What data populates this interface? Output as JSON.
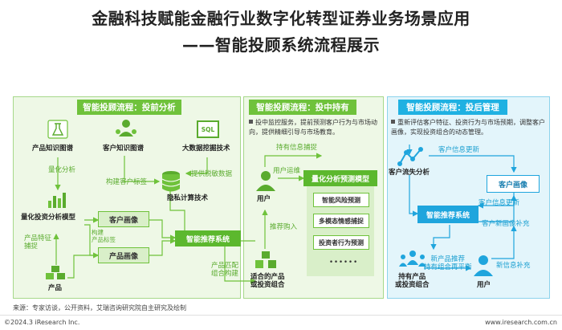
{
  "title_line1": "金融科技赋能金融行业数字化转型证券业务场景应用",
  "title_line2": "——智能投顾系统流程展示",
  "panels": {
    "pre": {
      "header": "智能投顾流程：投前分析",
      "product_knowledge": "产品知识图谱",
      "customer_knowledge": "客户知识图谱",
      "bigdata": "大数据挖掘技术",
      "sql_icon_text": "SQL",
      "quantify": "量化分析",
      "build_tags": "构建客户标签",
      "provide_data": "提供脱敏数据",
      "privacy": "隐私计算技术",
      "quant_model": "量化投资分析模型",
      "customer_profile": "客户画像",
      "product_profile": "产品画像",
      "build_profile": "构建\n产品标签",
      "product_features": "产品特征\n捕捉",
      "product": "产品",
      "engine": "智能推荐系统",
      "product_match": "产品匹配\n组合构建"
    },
    "mid": {
      "header": "智能投顾流程：投中持有",
      "desc": "投中监控服务，提前预测客户行为与市场动向，提供精细引导与市场教育。",
      "capture_info": "持有信息捕捉",
      "user_use": "用户运维",
      "user": "用户",
      "model_title": "量化分析预测模型",
      "model_items": [
        "智能风险预测",
        "多模态情感捕捉",
        "投资者行为预测"
      ],
      "model_more": "••••••",
      "recommend_buy": "推荐购入",
      "suitable_product": "适合的产品\n或投资组合"
    },
    "post": {
      "header": "智能投顾流程：投后管理",
      "desc": "重新评估客户特征、投资行为与市场预期，调整客户画像，实现投资组合的动态管理。",
      "churn": "客户流失分析",
      "info_update": "客户信息更新",
      "customer_profile": "客户画像",
      "engine": "智能推荐系统",
      "info_update2": "客户信息更新",
      "profile_supplement": "客户新画像补充",
      "new_recommend": "新产品推荐\n持有组合再平衡",
      "info_supplement": "新信息补充",
      "portfolio": "持有产品\n或投资组合",
      "user": "用户"
    }
  },
  "footer": {
    "source": "来源：专家访谈，公开资料，艾瑞咨询研究院自主研究及绘制",
    "copyright": "©2024.3 iResearch Inc.",
    "website": "www.iresearch.com.cn"
  },
  "colors": {
    "green": "#6fc23b",
    "blue": "#1fb1e2",
    "panel_green_bg": "#eef8e6",
    "panel_blue_bg": "#e3f5fb"
  },
  "icons": [
    "flask-icon",
    "customer-network-icon",
    "sql-monitor-icon",
    "database-icon",
    "bar-chart-icon",
    "cubes-icon",
    "user-icon",
    "network-icon",
    "people-group-icon",
    "document-icon"
  ]
}
